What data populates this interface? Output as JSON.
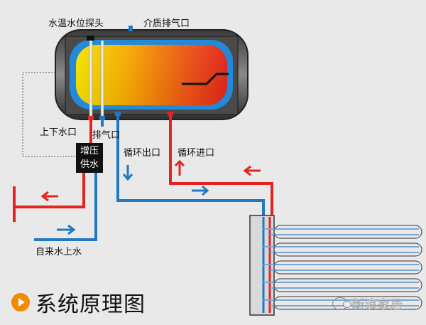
{
  "labels": {
    "temp_probe": "水温水位探头",
    "medium_vent": "介质排气口",
    "water_in_out": "上下水口",
    "vent": "排气口",
    "booster_line1": "增压",
    "booster_line2": "供水",
    "circ_out": "循环出口",
    "circ_in": "循环进口",
    "tap_water": "自来水上水"
  },
  "title": "系统原理图",
  "watermark": "新浪家居",
  "colors": {
    "hot": "#e52421",
    "cold": "#1f79c4",
    "tank_shell": "#2b2b2b",
    "inner": "#474747",
    "accent": "#f08a00"
  }
}
